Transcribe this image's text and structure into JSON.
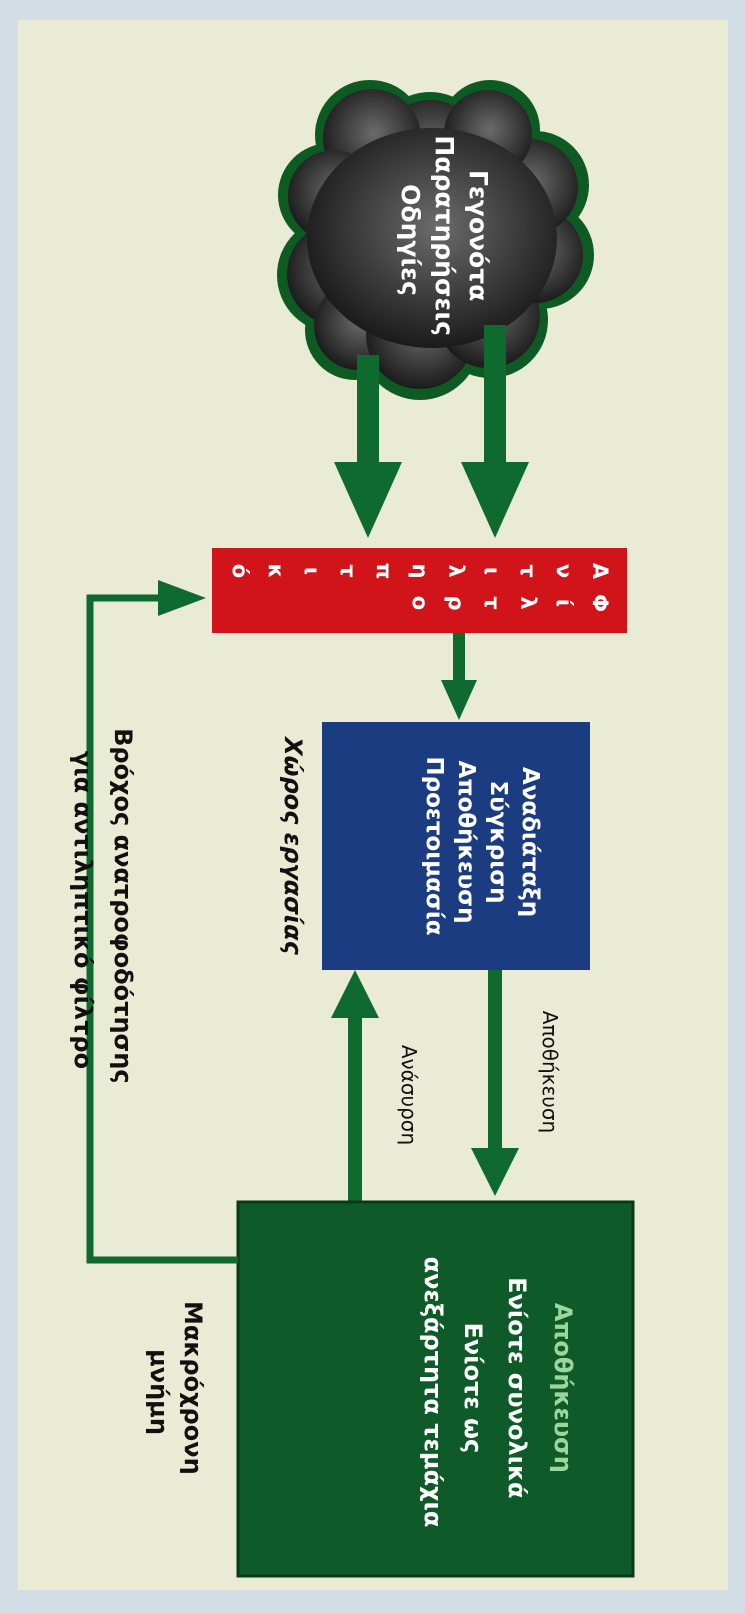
{
  "colors": {
    "page_border": "#d3dde6",
    "canvas": "#e9ebd5",
    "arrow_green": "#0e6a2e",
    "filter_red": "#d0141a",
    "workspace_blue": "#1c3c82",
    "memory_green": "#0e5a28",
    "memory_heading": "#9bd69c",
    "cloud_dark": "#141414",
    "cloud_light": "#6b6b6b",
    "cloud_outline": "#0d5a22"
  },
  "cloud": {
    "icon": "cloud-icon",
    "lines": [
      "Γεγονότα",
      "Παρατηρήσεις",
      "Οδηγίες"
    ]
  },
  "filter": {
    "letters_col1": [
      "Α",
      "ν",
      "τ",
      "ι",
      "λ",
      "η",
      "π",
      "τ",
      "ι",
      "κ",
      "ό"
    ],
    "letters_col2": [
      "Φ",
      "ί",
      "λ",
      "τ",
      "ρ",
      "ο"
    ]
  },
  "workspace": {
    "lines": [
      "Αναδιάταξη",
      "Σύγκριση",
      "Αποθήκευση",
      "Προετοιμασία"
    ],
    "caption": "Χώρος εργασίας"
  },
  "store_label": "Αποθήκευση",
  "retrieve_label": "Ανάσυρση",
  "memory": {
    "heading": "Αποθήκευση",
    "lines": [
      "Ενίοτε συνολικά",
      "Ενίοτε ως",
      "ανεξάρτητα τεμάχια"
    ],
    "caption_lines": [
      "Μακρόχρονη",
      "μνήμη"
    ]
  },
  "feedback": {
    "lines": [
      "Βρόχος ανατροφοδότησης",
      "για αντιληπτικό φίλτρο"
    ]
  }
}
